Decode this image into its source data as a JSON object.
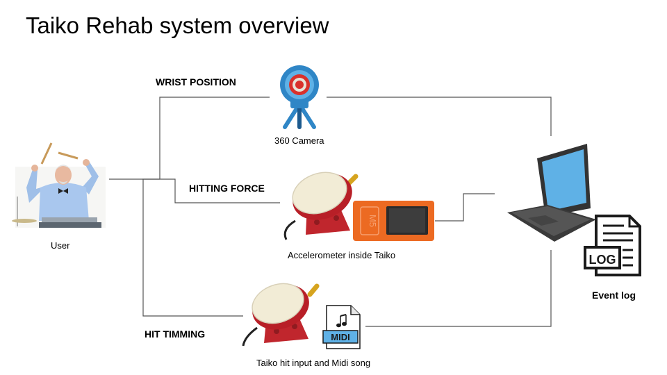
{
  "title": "Taiko Rehab system overview",
  "labels": {
    "user": "User",
    "wrist_position": "WRIST POSITION",
    "camera": "360 Camera",
    "hitting_force": "HITTING FORCE",
    "accelerometer": "Accelerometer inside Taiko",
    "hit_timming": "HIT TIMMING",
    "taiko_midi": "Taiko hit input and Midi song",
    "event_log": "Event log"
  },
  "icon_text": {
    "log": "LOG",
    "midi": "MIDI",
    "m5": "M5"
  },
  "icons": [
    "user-photo",
    "camera-icon",
    "taiko-drum-icon",
    "m5stack-device-icon",
    "laptop-icon",
    "log-document-icon",
    "midi-file-icon"
  ],
  "colors": {
    "line": "#555555",
    "camera_blue": "#2f86c6",
    "camera_red": "#d9312b",
    "drum_red": "#c0262d",
    "drum_head": "#f2ecd6",
    "m5_orange": "#ec6a22",
    "laptop_screen": "#5fb1e6",
    "laptop_dark": "#333333"
  }
}
